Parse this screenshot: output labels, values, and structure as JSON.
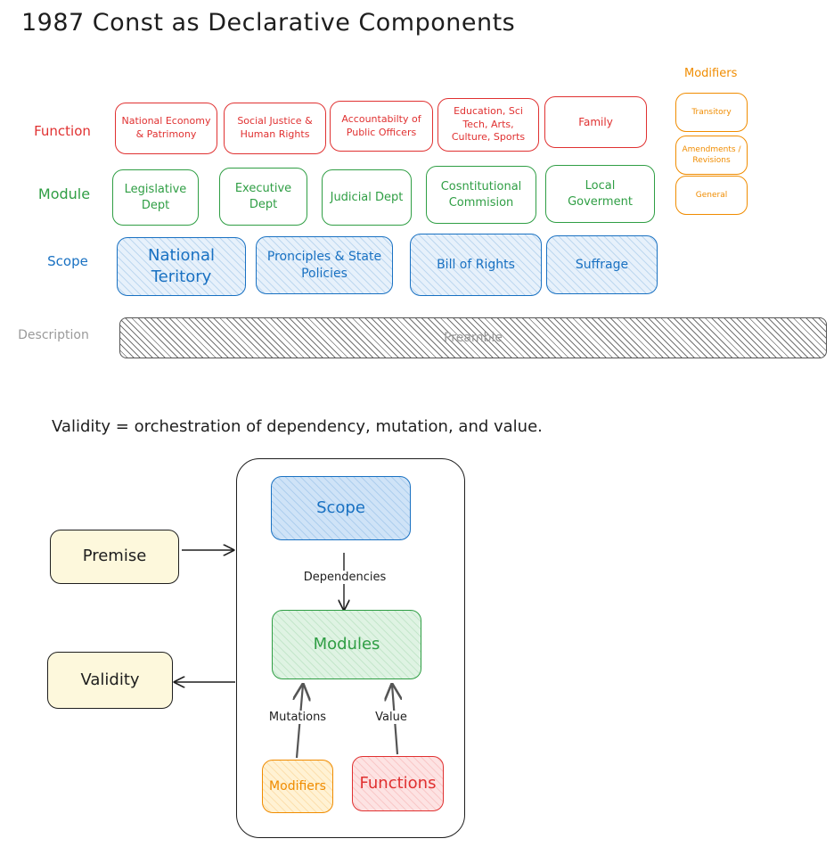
{
  "title": "1987 Const as Declarative Components",
  "modifiers": {
    "heading": "Modifiers",
    "items": [
      "Transitory",
      "Amendments / Revisions",
      "General"
    ]
  },
  "rows": {
    "function": "Function",
    "module": "Module",
    "scope": "Scope",
    "description": "Description"
  },
  "function_boxes": [
    "National Economy & Patrimony",
    "Social Justice & Human Rights",
    "Accountabilty of Public Officers",
    "Education, Sci Tech, Arts, Culture, Sports",
    "Family"
  ],
  "module_boxes": [
    "Legislative Dept",
    "Executive Dept",
    "Judicial Dept",
    "Cosntitutional Commision",
    "Local Goverment"
  ],
  "scope_boxes": [
    "National Teritory",
    "Pronciples & State Policies",
    "Bill of Rights",
    "Suffrage"
  ],
  "preamble": "Preamble",
  "validity_statement": "Validity = orchestration of dependency, mutation, and value.",
  "flow": {
    "premise": "Premise",
    "validity": "Validity",
    "scope": "Scope",
    "modules": "Modules",
    "modifiers": "Modifiers",
    "functions": "Functions",
    "dependencies": "Dependencies",
    "mutations": "Mutations",
    "value": "Value"
  },
  "colors": {
    "function": "#e03131",
    "module": "#2f9e44",
    "scope": "#1971c2",
    "modifier": "#f08c00",
    "description": "#9a9a9a"
  }
}
